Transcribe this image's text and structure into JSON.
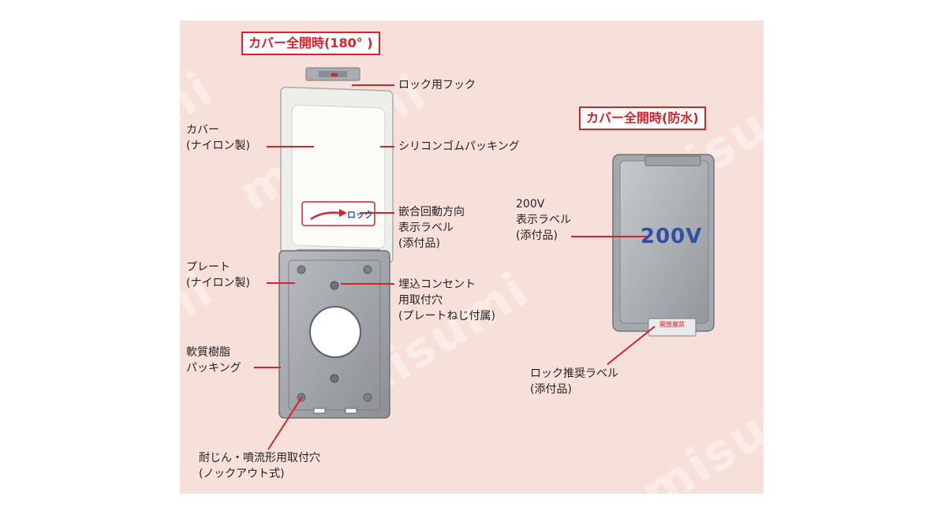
{
  "titles": {
    "open180": "カバー全開時(180° )",
    "waterproof": "カバー全開時(防水)"
  },
  "labels": {
    "lock_hook": "ロック用フック",
    "cover_line1": "カバー",
    "cover_line2": "(ナイロン製)",
    "silicone": "シリコンゴムパッキング",
    "fit_line1": "嵌合回動方向",
    "fit_line2": "表示ラベル",
    "fit_line3": "(添付品)",
    "plate_line1": "プレート",
    "plate_line2": "(ナイロン製)",
    "outlet_line1": "埋込コンセント",
    "outlet_line2": "用取付穴",
    "outlet_line3": "(プレートねじ付属)",
    "resin_line1": "軟質樹脂",
    "resin_line2": "パッキング",
    "dust_line1": "耐じん・噴流形用取付穴",
    "dust_line2": "(ノックアウト式)",
    "v200_line1": "200V",
    "v200_line2": "表示ラベル",
    "v200_line3": "(添付品)",
    "lockrec_line1": "ロック推奨ラベル",
    "lockrec_line2": "(添付品)"
  },
  "device": {
    "lock_sticker": "ロック",
    "voltage_text": "200V",
    "lock_label_text": "開放厳禁"
  },
  "watermark": "misumi",
  "colors": {
    "accent_red": "#d8212b",
    "panel_bg": "#f8e0da",
    "voltage_blue": "#2f4fa8"
  }
}
